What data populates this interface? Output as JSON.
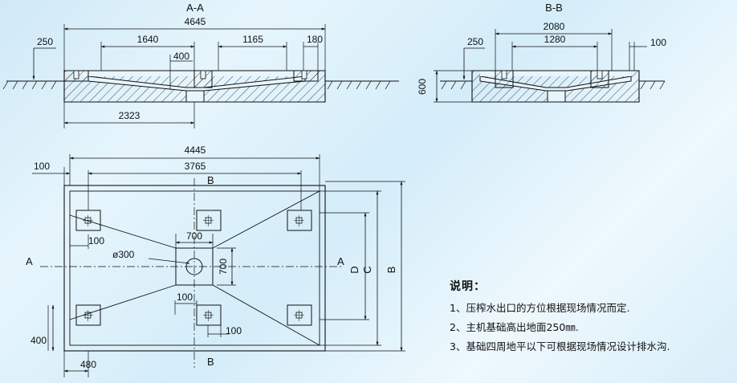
{
  "sections": {
    "aa": {
      "title": "A-A",
      "dims": {
        "overall": "4645",
        "left_offset": "250",
        "left_span": "1640",
        "depth": "400",
        "right_span": "1165",
        "right_offset": "180",
        "bottom_span": "2323"
      }
    },
    "bb": {
      "title": "B-B",
      "dims": {
        "overall": "2080",
        "left_offset": "250",
        "inner_span": "1280",
        "right_offset": "100",
        "height": "600"
      }
    }
  },
  "plan": {
    "dims": {
      "overall_width": "4445",
      "inner_width": "3765",
      "left_margin": "100",
      "bolt_offset_upper": "100",
      "center_w": "700",
      "center_h": "700",
      "drain_dia": "ø300",
      "bolt_offset_lower_a": "100",
      "bolt_offset_lower_b": "100",
      "edge_offset_y": "400",
      "edge_offset_x": "480",
      "d_label": "D",
      "c_label": "C",
      "b_label": "B"
    },
    "cut_labels": {
      "a_left": "A",
      "a_right": "A",
      "b_top": "B",
      "b_bottom": "B"
    }
  },
  "notes": {
    "title": "说明：",
    "items": [
      "1、压榨水出口的方位根据现场情况而定.",
      "2、主机基础高出地面250㎜.",
      "3、基础四周地平以下可根据现场情况设计排水沟."
    ]
  }
}
